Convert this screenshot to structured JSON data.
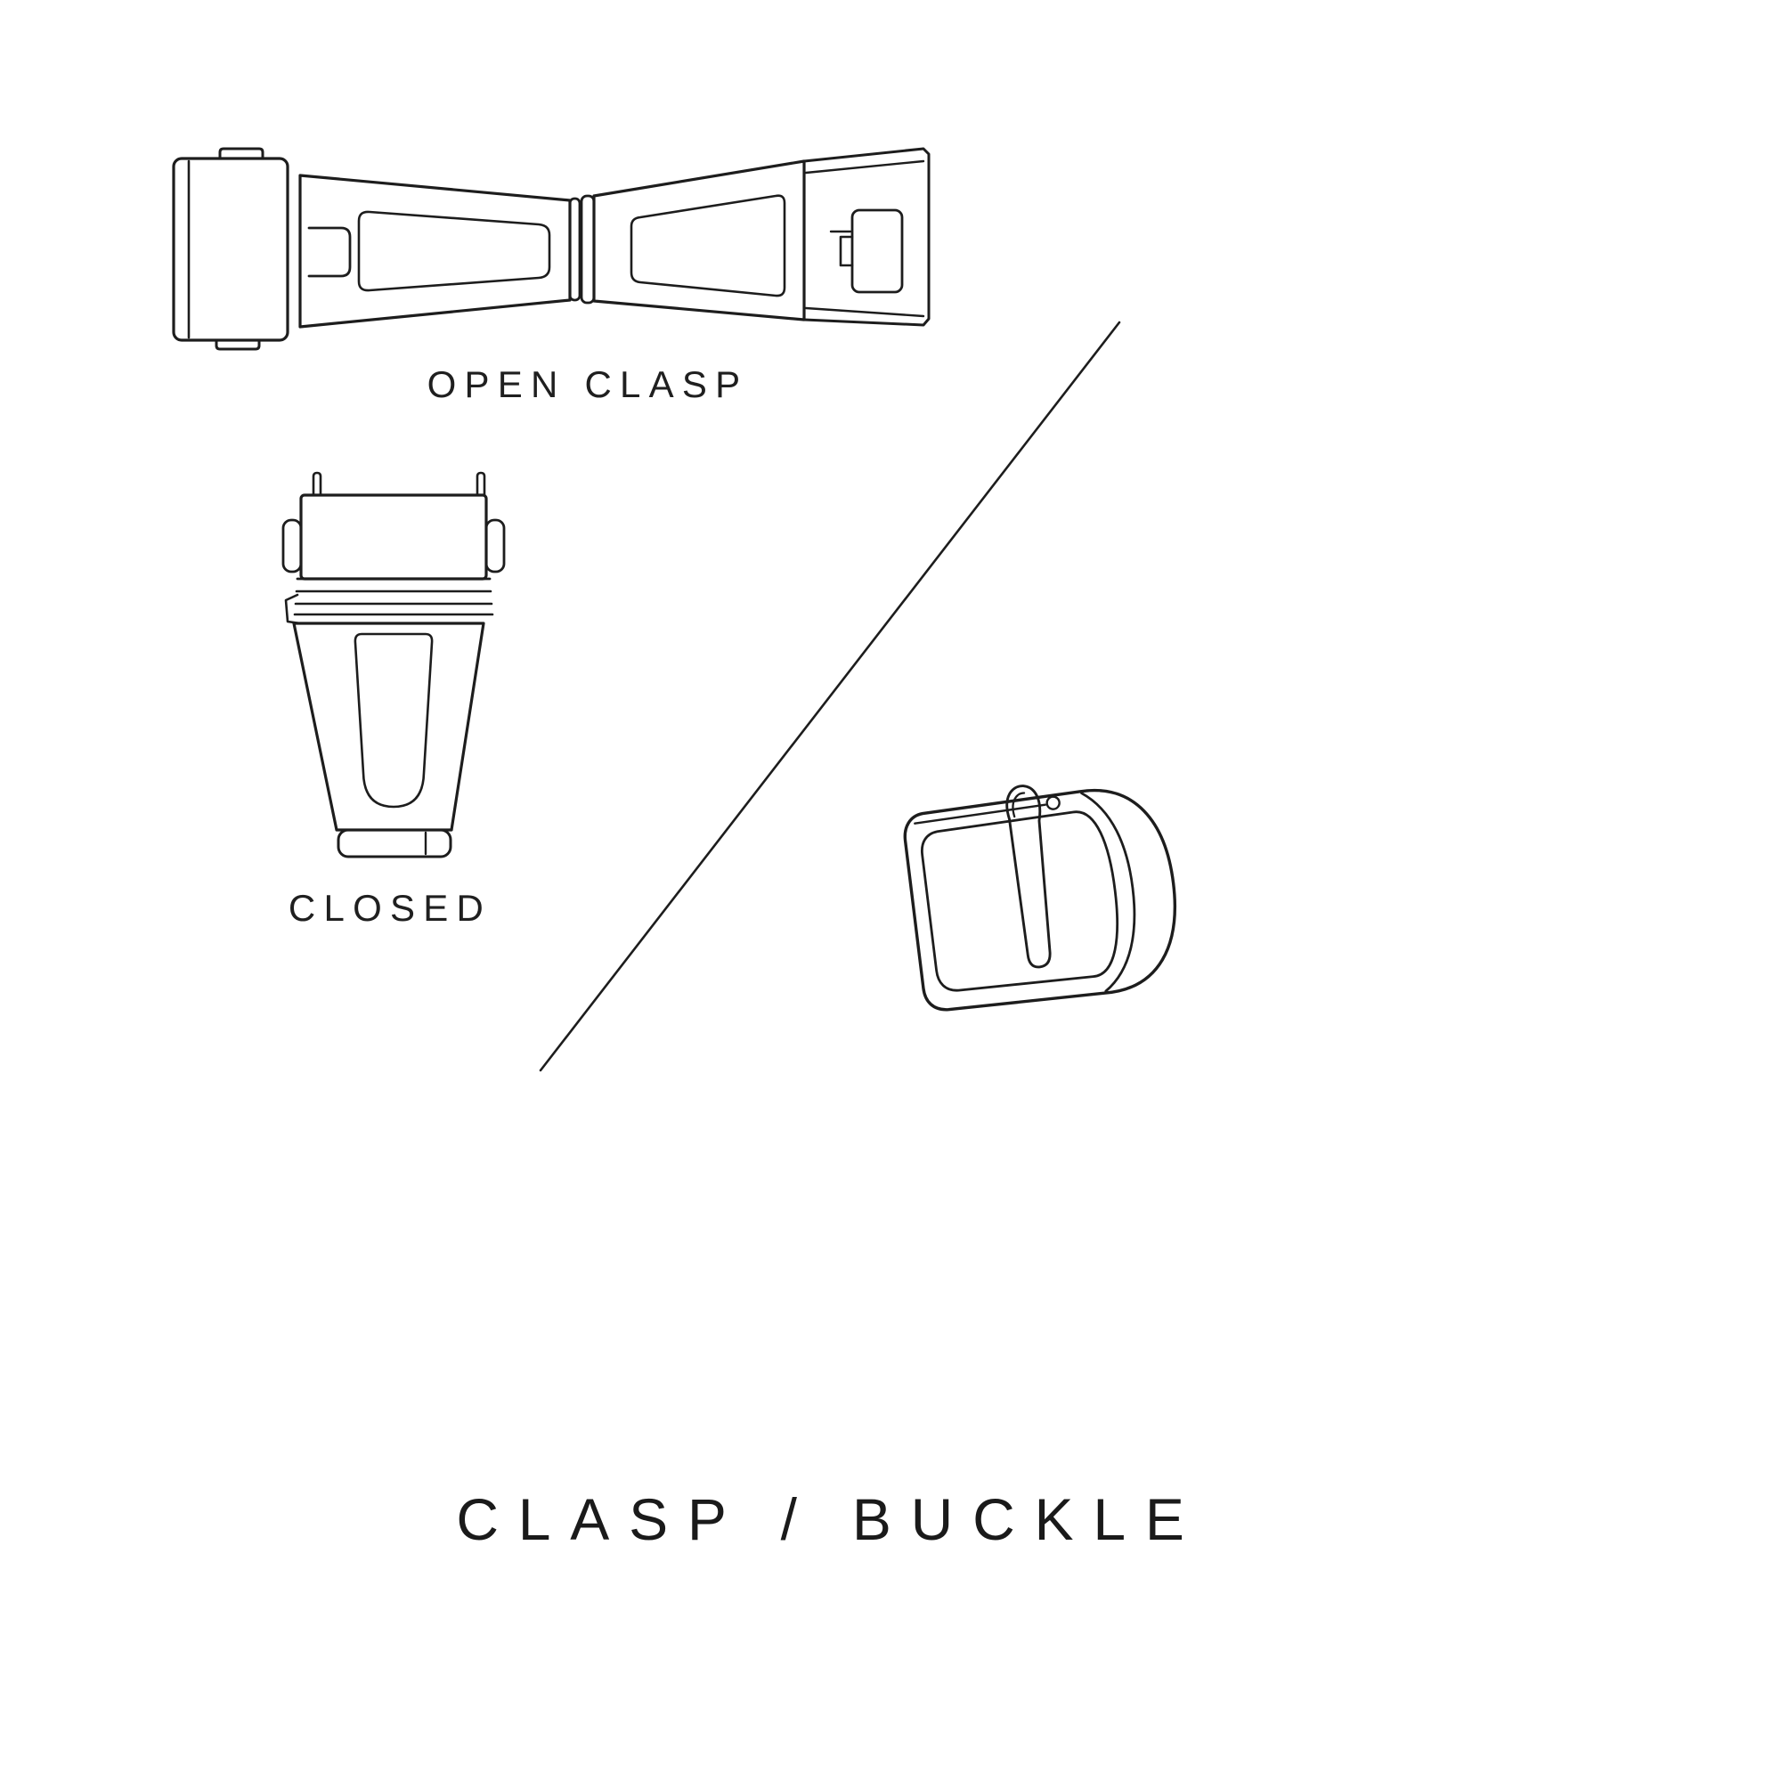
{
  "page": {
    "background_color": "#ffffff",
    "line_color": "#1d1d1d",
    "title": "CLASP / BUCKLE"
  },
  "figures": {
    "open_clasp": {
      "label": "OPEN CLASP"
    },
    "closed_clasp": {
      "label": "CLOSED"
    }
  },
  "illustrations": {
    "open_clasp": "open-clasp-line-drawing",
    "closed_clasp": "closed-clasp-line-drawing",
    "buckle": "tang-buckle-line-drawing",
    "divider": "diagonal-divider-line"
  }
}
